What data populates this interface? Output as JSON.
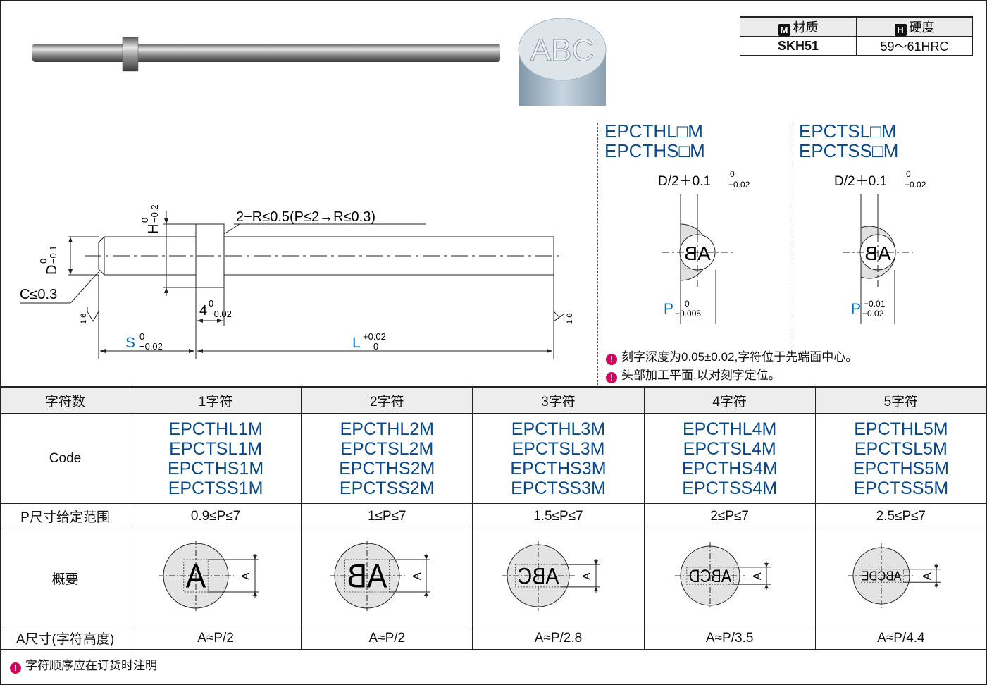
{
  "material_table": {
    "material_header": "材质",
    "material_badge": "M",
    "hardness_header": "硬度",
    "hardness_badge": "H",
    "material_value": "SKH51",
    "hardness_value": "59～61HRC"
  },
  "photo": {
    "engraving_text": "ABC"
  },
  "head_types": {
    "left": {
      "line1": "EPCTHL□M",
      "line2": "EPCTHS□M",
      "dim_top": "D/2＋0.1",
      "dim_top_tol_upper": "0",
      "dim_top_tol_lower": "−0.02",
      "p_label": "P",
      "p_tol_upper": "0",
      "p_tol_lower": "−0.005",
      "glyph": "AB"
    },
    "right": {
      "line1": "EPCTSL□M",
      "line2": "EPCTSS□M",
      "dim_top": "D/2＋0.1",
      "dim_top_tol_upper": "0",
      "dim_top_tol_lower": "−0.02",
      "p_label": "P",
      "p_tol_upper": "−0.01",
      "p_tol_lower": "−0.02",
      "glyph": "AB"
    }
  },
  "drawing": {
    "radius_note": "2−R≤0.5(P≤2→R≤0.3)",
    "chamfer": "C≤0.3",
    "h_label": "H",
    "h_tol_upper": "0",
    "h_tol_lower": "−0.2",
    "d_label": "D",
    "d_tol_upper": "0",
    "d_tol_lower": "−0.1",
    "head_len": "4",
    "head_len_tol_upper": "0",
    "head_len_tol_lower": "−0.02",
    "s_label": "S",
    "s_tol_upper": "0",
    "s_tol_lower": "−0.02",
    "l_label": "L",
    "l_tol_upper": "+0.02",
    "l_tol_lower": "0",
    "roughness_left": "1.6",
    "roughness_right": "1.6"
  },
  "notes": {
    "note1": "刻字深度为0.05±0.02,字符位于先端面中心。",
    "note2": "头部加工平面,以对刻字定位。",
    "footer": "字符顺序应在订货时注明",
    "icon": "!"
  },
  "table": {
    "headers": [
      "字符数",
      "1字符",
      "2字符",
      "3字符",
      "4字符",
      "5字符"
    ],
    "code_label": "Code",
    "codes": [
      [
        "EPCTHL1M",
        "EPCTSL1M",
        "EPCTHS1M",
        "EPCTSS1M"
      ],
      [
        "EPCTHL2M",
        "EPCTSL2M",
        "EPCTHS2M",
        "EPCTSS2M"
      ],
      [
        "EPCTHL3M",
        "EPCTSL3M",
        "EPCTHS3M",
        "EPCTSS3M"
      ],
      [
        "EPCTHL4M",
        "EPCTSL4M",
        "EPCTHS4M",
        "EPCTSS4M"
      ],
      [
        "EPCTHL5M",
        "EPCTSL5M",
        "EPCTHS5M",
        "EPCTSS5M"
      ]
    ],
    "prange_label": "P尺寸给定范围",
    "pranges": [
      "0.9≤P≤7",
      "1≤P≤7",
      "1.5≤P≤7",
      "2≤P≤7",
      "2.5≤P≤7"
    ],
    "sketch_label": "概要",
    "sketch_texts": [
      "A",
      "AB",
      "ABC",
      "ABCD",
      "ABCDE"
    ],
    "sketch_dim": "A",
    "a_label": "A尺寸(字符高度)",
    "a_values": [
      "A≈P/2",
      "A≈P/2",
      "A≈P/2.8",
      "A≈P/3.5",
      "A≈P/4.4"
    ]
  }
}
